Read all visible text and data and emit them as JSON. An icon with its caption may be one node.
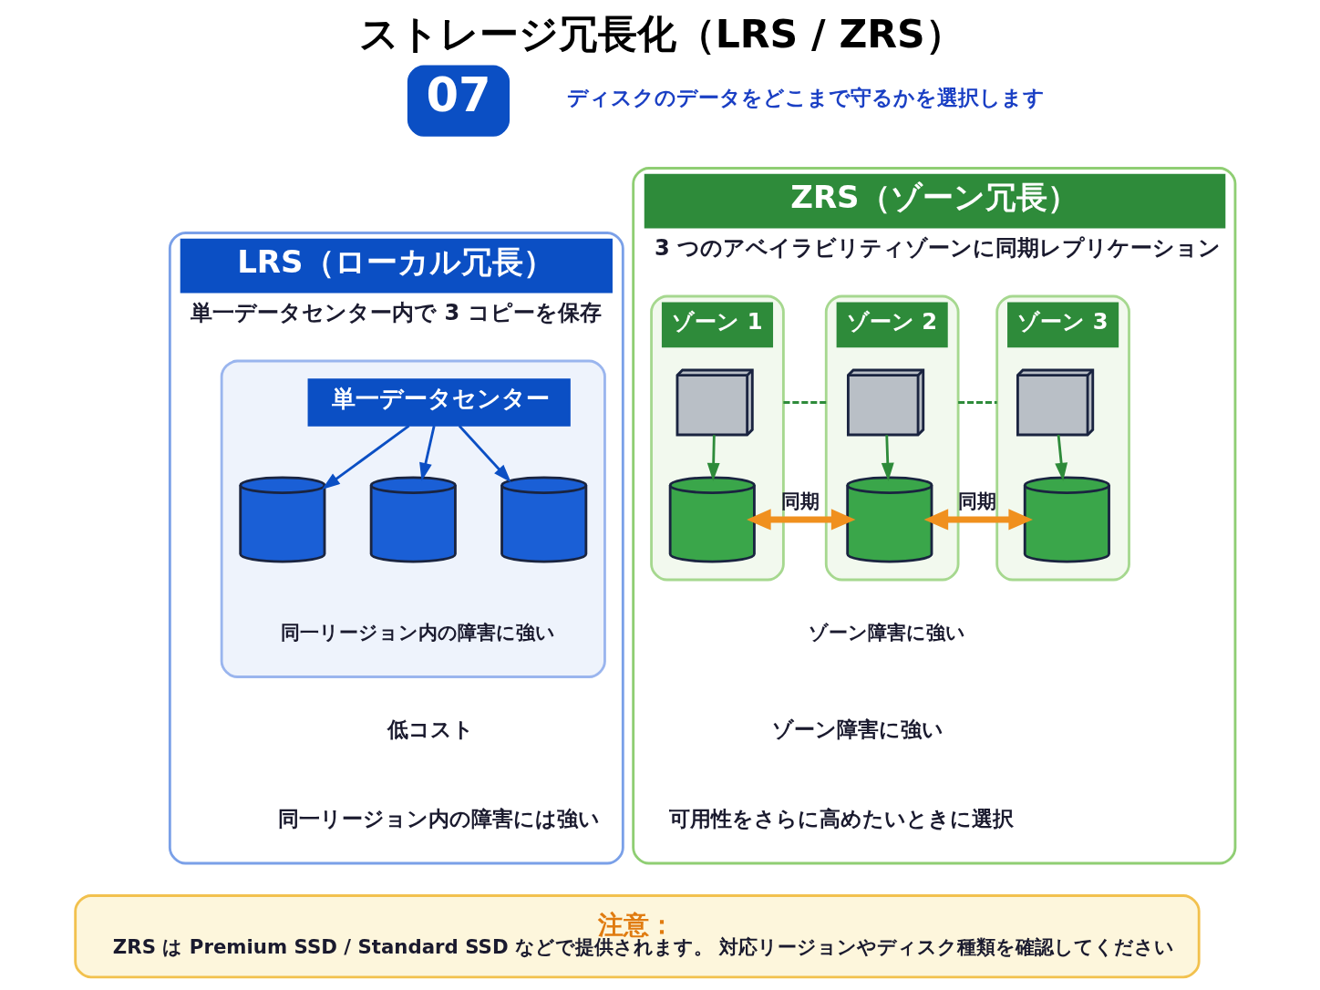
{
  "diagram": {
    "title": "ストレージ冗長化（LRS / ZRS）",
    "nodes": [
      {
        "text": [
          "07"
        ]
      },
      {
        "text": [
          "LRS（ローカル冗長）",
          "単一データセンター内で 3 コピーを保存"
        ]
      },
      {
        "text": [],
        "shape": "box",
        "in": 1
      },
      {
        "text": [
          "単一データセンター"
        ],
        "in": 2
      },
      {
        "text": [],
        "shape": "cylinder",
        "in": 2
      },
      {
        "text": [],
        "shape": "cylinder",
        "in": 2
      },
      {
        "text": [],
        "shape": "cylinder",
        "in": 2
      },
      {
        "text": [
          "ZRS（ゾーン冗長）",
          "3 つのアベイラビリティゾーンに同期レプリケーション"
        ]
      },
      {
        "text": [
          "ゾーン 1"
        ],
        "in": 7
      },
      {
        "text": [],
        "shape": "building",
        "in": 8
      },
      {
        "text": [],
        "shape": "cylinder",
        "in": 8
      },
      {
        "text": [
          "ゾーン 2"
        ],
        "in": 7
      },
      {
        "text": [],
        "shape": "building",
        "in": 11
      },
      {
        "text": [],
        "shape": "cylinder",
        "in": 11
      },
      {
        "text": [
          "ゾーン 3"
        ],
        "in": 7
      },
      {
        "text": [],
        "shape": "building",
        "in": 14
      },
      {
        "text": [],
        "shape": "cylinder",
        "in": 14
      },
      {
        "text": [
          "注意：",
          "ZRS は Premium SSD / Standard SSD などで提供されます。 対応リージョンやディスク種類を確認してください"
        ]
      }
    ],
    "edges": [
      {
        "from": 3,
        "to": 4,
        "arrow": "to",
        "color": "#0b4fc4"
      },
      {
        "from": 3,
        "to": 5,
        "arrow": "to",
        "color": "#0b4fc4"
      },
      {
        "from": 3,
        "to": 6,
        "arrow": "to",
        "color": "#0b4fc4"
      },
      {
        "from": 9,
        "to": 10,
        "arrow": "to",
        "color": "#2e8b3a"
      },
      {
        "from": 12,
        "to": 13,
        "arrow": "to",
        "color": "#2e8b3a"
      },
      {
        "from": 15,
        "to": 16,
        "arrow": "to",
        "color": "#2e8b3a"
      },
      {
        "from": 10,
        "to": 13,
        "arrow": "both",
        "label": "同期",
        "style": "thick",
        "color": "#f0901e"
      },
      {
        "from": 13,
        "to": 16,
        "arrow": "both",
        "label": "同期",
        "style": "thick",
        "color": "#f0901e"
      },
      {
        "from": 8,
        "to": 11,
        "arrow": "none",
        "style": "dashed",
        "color": "#2e8b3a"
      },
      {
        "from": 11,
        "to": 14,
        "arrow": "none",
        "style": "dashed",
        "color": "#2e8b3a"
      }
    ],
    "labels": [
      "ディスクのデータをどこまで守るかを選択します",
      "同一リージョン内の障害に強い",
      "低コスト",
      "同一リージョン内の障害には強い",
      "ゾーン障害に強い",
      "ゾーン障害に強い",
      "可用性をさらに高めたいときに選択"
    ]
  }
}
